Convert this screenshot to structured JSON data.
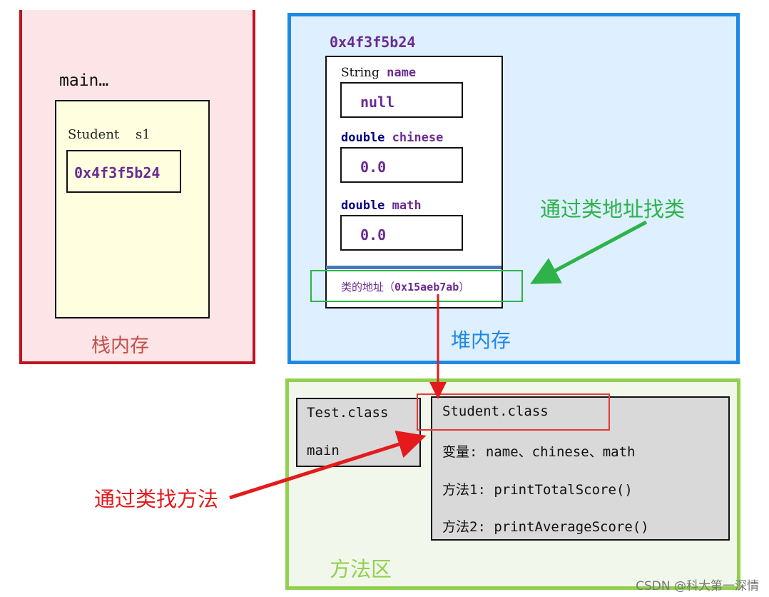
{
  "stack": {
    "function_label": "main…",
    "variable_declaration": "Student    s1",
    "variable_value": "0x4f3f5b24",
    "region_label": "栈内存"
  },
  "heap": {
    "object_address": "0x4f3f5b24",
    "fields": [
      {
        "type": "String",
        "name": "name",
        "value": "null"
      },
      {
        "type": "double",
        "name": "chinese",
        "value": "0.0"
      },
      {
        "type": "double",
        "name": "math",
        "value": "0.0"
      }
    ],
    "class_address_label": "类的地址（",
    "class_address_value": "0x15aeb7ab",
    "class_address_close": "）",
    "region_label": "堆内存",
    "annotation": "通过类地址找类"
  },
  "method_area": {
    "test_class": {
      "name": "Test.class",
      "method": "main"
    },
    "student_class": {
      "name": "Student.class",
      "variables": "变量: name、chinese、math",
      "method1": "方法1: printTotalScore()",
      "method2": "方法2: printAverageScore()"
    },
    "region_label": "方法区",
    "annotation": "通过类找方法"
  },
  "credit": "CSDN @科大第一深情",
  "colors": {
    "stack_border": "#c1121f",
    "heap_border": "#1e88e5",
    "method_border": "#92d050",
    "green_arrow": "#2db34a",
    "red_arrow": "#e41a1c",
    "address_purple": "#6a2c91"
  }
}
